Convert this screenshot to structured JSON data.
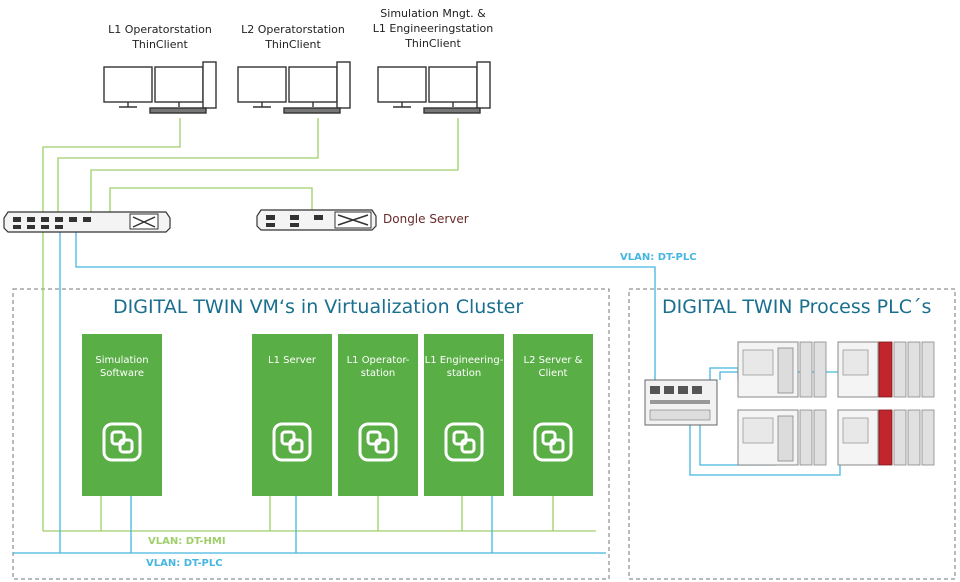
{
  "workstations": [
    {
      "lines": [
        "L1 Operatorstation",
        "ThinClient"
      ]
    },
    {
      "lines": [
        "L2 Operatorstation",
        "ThinClient"
      ]
    },
    {
      "lines": [
        "Simulation Mngt. &",
        "L1 Engineeringstation",
        "ThinClient"
      ]
    }
  ],
  "dongle_server_label": "Dongle Server",
  "vlan_top_label": "VLAN: DT-PLC",
  "cluster_vm_title": "DIGITAL TWIN VM‘s in Virtualization Cluster",
  "cluster_plc_title": "DIGITAL TWIN Process PLC´s",
  "vms": [
    {
      "lines": [
        "Simulation",
        "Software"
      ]
    },
    {
      "lines": [
        "L1 Server"
      ]
    },
    {
      "lines": [
        "L1 Operator-",
        "station"
      ]
    },
    {
      "lines": [
        "L1 Engineering-",
        "station"
      ]
    },
    {
      "lines": [
        "L2 Server &",
        "Client"
      ]
    }
  ],
  "vlan_hmi_label": "VLAN: DT-HMI",
  "vlan_plc_bottom_label": "VLAN: DT-PLC",
  "colors": {
    "hmi_line": "#9fcf6a",
    "plc_line": "#45b6e0",
    "vm_green": "#5aae46",
    "cluster_title": "#1a6f8f",
    "border_dash": "#777777"
  }
}
